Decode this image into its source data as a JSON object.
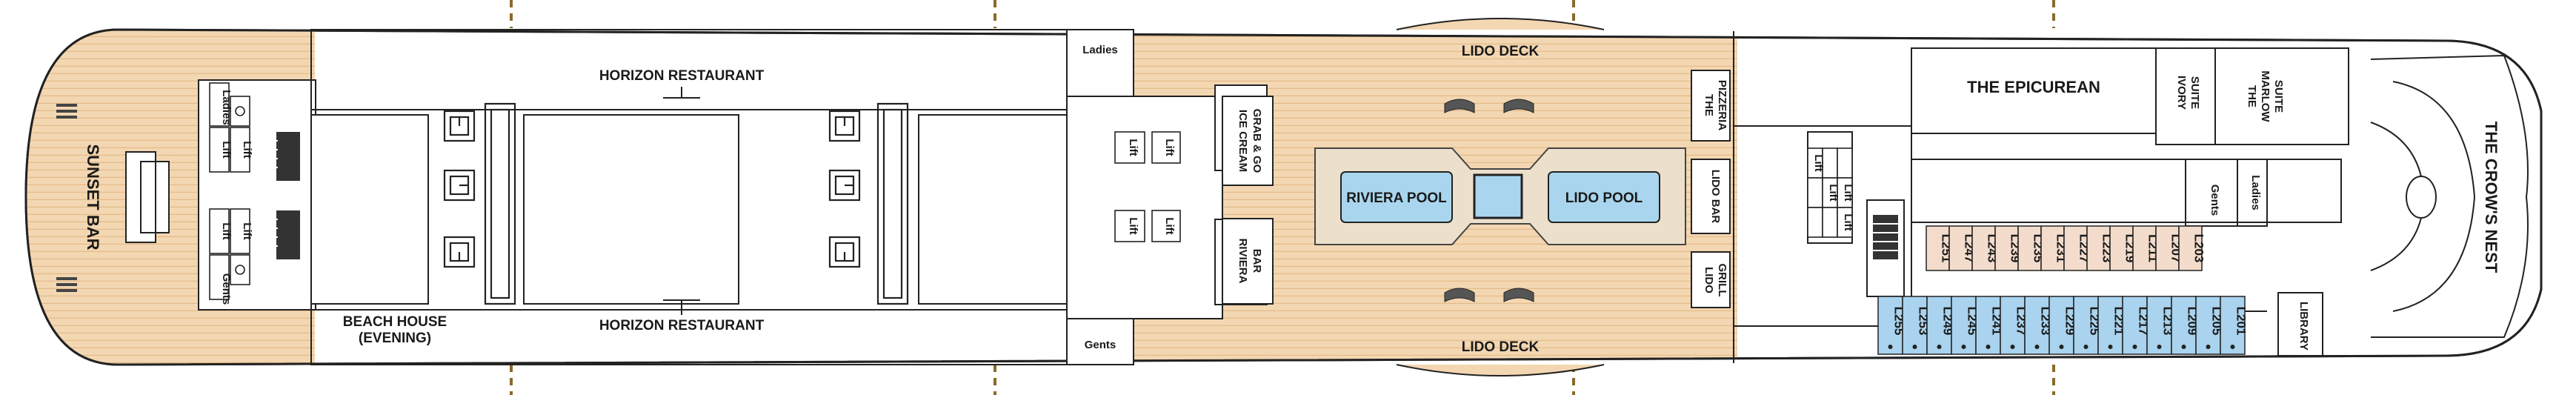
{
  "labels": {
    "sunset_bar": "SUNSET BAR",
    "ladies": "Ladies",
    "gents": "Gents",
    "lift": "Lift",
    "horizon_restaurant": "HORIZON RESTAURANT",
    "beach_house": "BEACH HOUSE",
    "beach_house_sub": "(EVENING)",
    "ice_cream": [
      "ICE CREAM",
      "GRAB & GO"
    ],
    "riviera_bar": [
      "RIVIERA",
      "BAR"
    ],
    "lido_deck": "LIDO DECK",
    "riviera_pool": "RIVIERA POOL",
    "lido_pool": "LIDO POOL",
    "the_pizzeria": [
      "THE",
      "PIZZERIA"
    ],
    "lido_bar": "LIDO BAR",
    "lido_grill": [
      "LIDO",
      "GRILL"
    ],
    "the_epicurean": "THE EPICUREAN",
    "ivory_suite": [
      "IVORY",
      "SUITE"
    ],
    "marlow_suite": [
      "THE",
      "MARLOW",
      "SUITE"
    ],
    "the_crows_nest": "THE CROW'S NEST",
    "library": "LIBRARY"
  },
  "cabins": {
    "inner_row": [
      "L251",
      "L247",
      "L243",
      "L239",
      "L235",
      "L231",
      "L227",
      "L223",
      "L219",
      "L211",
      "L207",
      "L203"
    ],
    "outer_row": [
      "L255",
      "L253",
      "L249",
      "L245",
      "L241",
      "L237",
      "L233",
      "L229",
      "L225",
      "L221",
      "L217",
      "L213",
      "L209",
      "L205",
      "L201"
    ]
  },
  "colors": {
    "deck_wood": "#f3d7b2",
    "deck_plank": "#e3bb8a",
    "pool_water": "#a9d6ee",
    "pool_surround": "#ece0cc",
    "cabin_inner": "#f3dccb",
    "cabin_outer": "#a9d3ee",
    "hull_line": "#222222",
    "section_mark": "#8a6a2a"
  }
}
